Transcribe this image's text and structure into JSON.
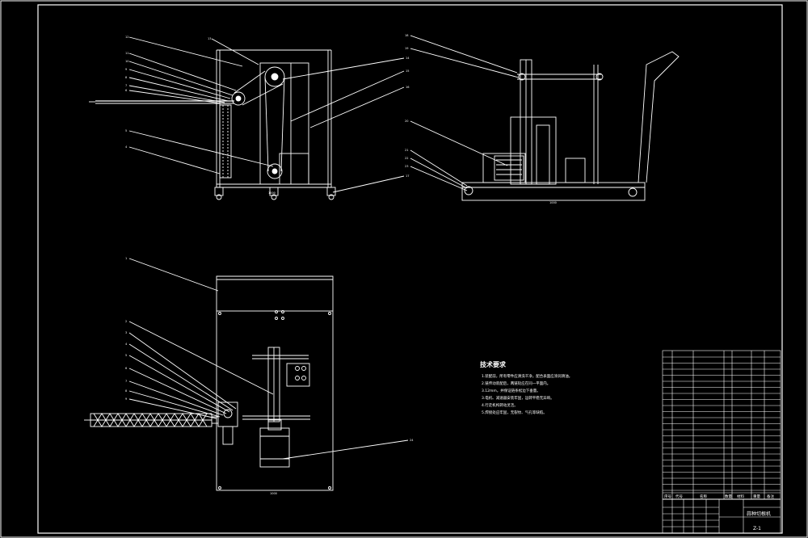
{
  "notes": {
    "title": "技术要求",
    "lines": [
      "1.装配前，所有零件应清洗干净，配合表面应涂润滑油。",
      "2.链传动装配后，两链轮应在同一平面内。",
      "   3.12mm，并保证链条松边下垂量。",
      "3.电机、减速器安装牢固，运转平稳无异响。",
      "4.行走机构转动灵活。",
      "5.焊接处应牢固，无裂纹、气孔等缺陷。"
    ]
  },
  "title_block": {
    "drawing_title": "蒜种切根机",
    "drawing_number": "Z-1",
    "header_cells": [
      "序号",
      "代号",
      "名称",
      "数量",
      "材料",
      "重量",
      "备注"
    ]
  },
  "dimensions": {
    "side_width": "1000",
    "front_width": "1000",
    "plan_width": "1000"
  },
  "colors": {
    "background": "#000000",
    "lines": "#ffffff",
    "border": "#ffffff"
  }
}
